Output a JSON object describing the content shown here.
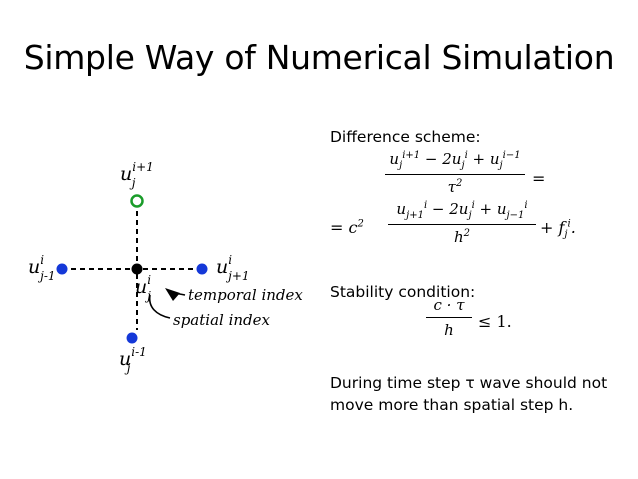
{
  "title": "Simple Way of Numerical Simulation",
  "stencil": {
    "top_label": "u_j^(i+1)",
    "left_label": "u_(j-1)^i",
    "right_label": "u_(j+1)^i",
    "center_label": "u_j^i",
    "bottom_label": "u_j^(i-1)",
    "temporal_note": "temporal index",
    "spatial_note": "spatial index",
    "colors": {
      "open_node": "#1a9c2a",
      "spatial_node": "#1438d8",
      "center_node": "#000000"
    }
  },
  "text": {
    "difference_heading": "Difference scheme:",
    "stability_heading": "Stability condition:",
    "note_line1": "During time step τ wave should not",
    "note_line2": "move more than spatial step h."
  },
  "equations": {
    "eq1_equals": "=",
    "eq2_lead": "= c",
    "eq2_tail": "+ f",
    "stab_num": "c · τ",
    "stab_den": "h",
    "stab_rel": "≤ 1."
  }
}
